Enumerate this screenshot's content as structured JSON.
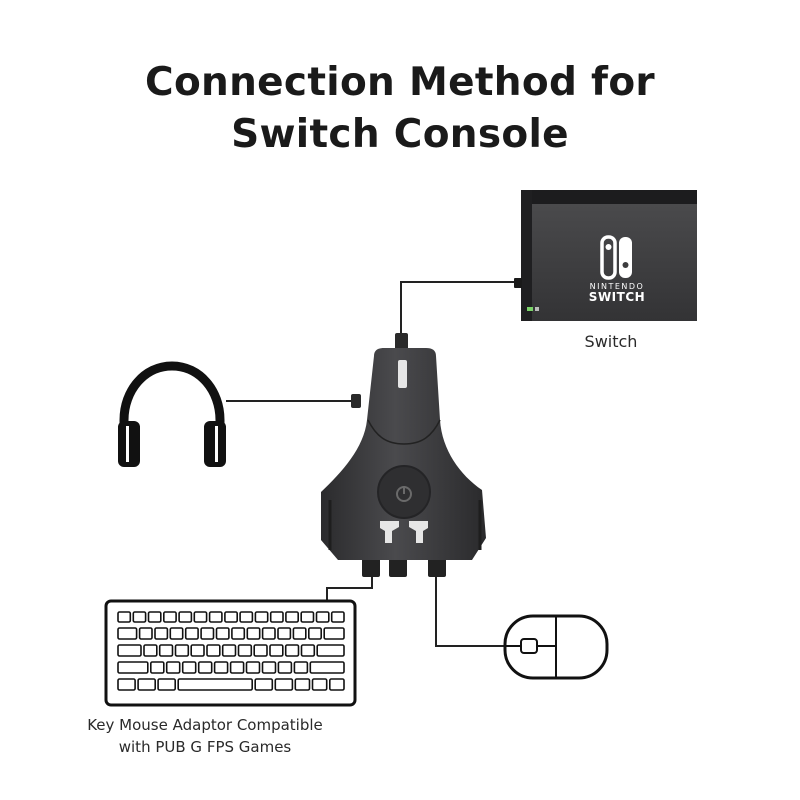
{
  "title": {
    "line1": "Connection Method for",
    "line2": "Switch Console"
  },
  "switch": {
    "label": "Switch",
    "logo_line1": "NINTENDO",
    "logo_line2": "SWITCH"
  },
  "caption": {
    "line1": "Key Mouse Adaptor Compatible",
    "line2": "with PUB G FPS Games"
  },
  "icons": {
    "headphones": "headphones-icon",
    "keyboard": "keyboard-icon",
    "mouse": "mouse-icon",
    "adapter": "adapter-device",
    "switch_dock": "switch-dock"
  },
  "colors": {
    "line": "#222222",
    "device_body": "#3a3a3c",
    "dock_body": "#3c3c3e",
    "accent_white": "#e6e6e6",
    "dock_led": "#7bd36a"
  }
}
